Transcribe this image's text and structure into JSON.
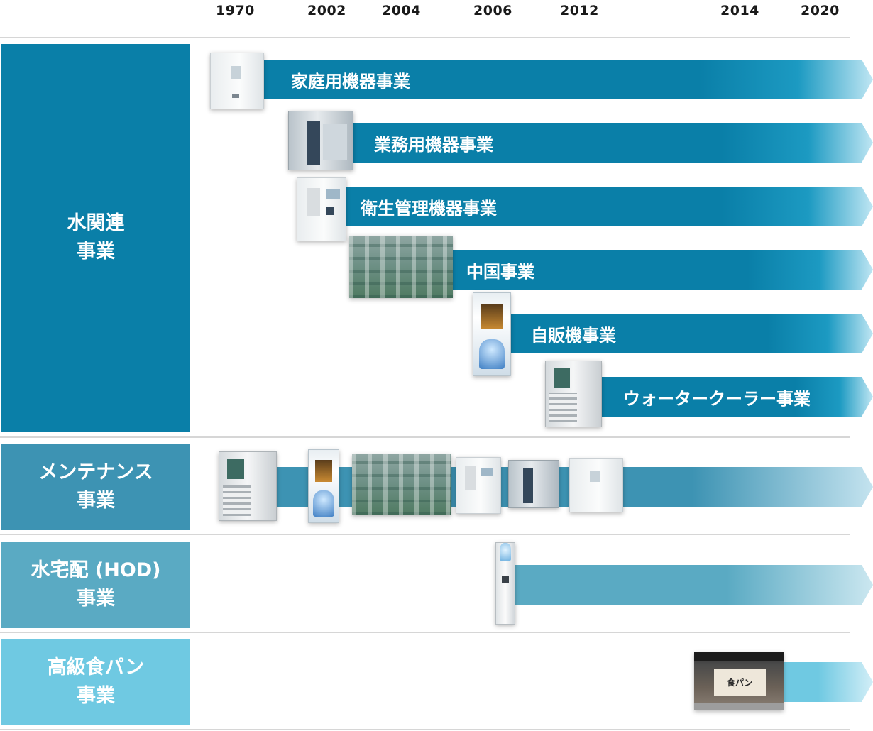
{
  "years": [
    "1970",
    "2002",
    "2004",
    "2006",
    "2012",
    "2014",
    "2020"
  ],
  "categories": [
    {
      "line1": "水関連",
      "line2": "事業",
      "color": "#0a7fa8"
    },
    {
      "line1": "メンテナンス",
      "line2": "事業",
      "color": "#3d93b3"
    },
    {
      "line1": "水宅配 (HOD)",
      "line2": "事業",
      "color": "#5aaac3"
    },
    {
      "line1": "高級食パン",
      "line2": "事業",
      "color": "#6fc9e2"
    }
  ],
  "water_businesses": [
    {
      "label": "家庭用機器事業"
    },
    {
      "label": "業務用機器事業"
    },
    {
      "label": "衛生管理機器事業"
    },
    {
      "label": "中国事業"
    },
    {
      "label": "自販機事業"
    },
    {
      "label": "ウォータークーラー事業"
    }
  ],
  "bakery_sign": "食パン",
  "colors": {
    "water_arrow": "#0a7fa8",
    "maintenance_arrow": "#3d93b3",
    "hod_arrow": "#5aaac3",
    "bakery_arrow": "#6fc9e2",
    "arrow_fade": "#cdebf5"
  }
}
